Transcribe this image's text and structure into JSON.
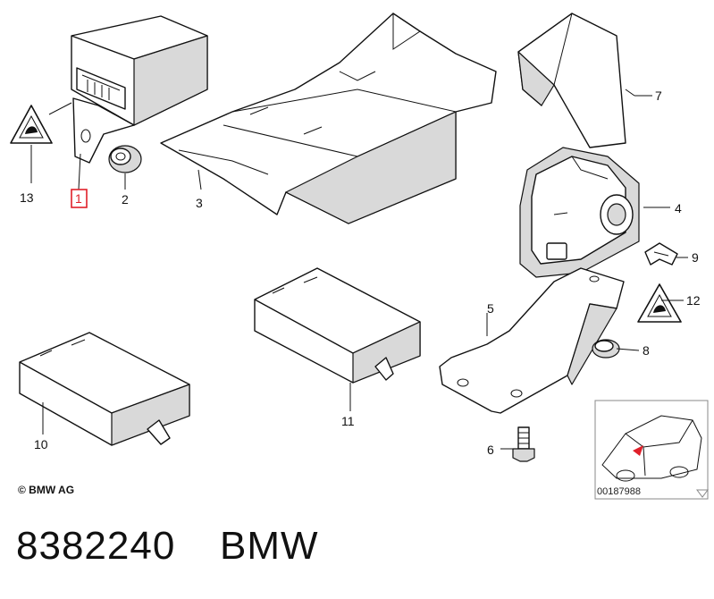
{
  "callouts": {
    "c1": "1",
    "c2": "2",
    "c3": "3",
    "c4": "4",
    "c5": "5",
    "c6": "6",
    "c7": "7",
    "c8": "8",
    "c9": "9",
    "c10": "10",
    "c11": "11",
    "c12": "12",
    "c13": "13"
  },
  "copyright": "© BMW AG",
  "reference_number": "00187988",
  "part_number": "8382240",
  "brand": "BMW",
  "colors": {
    "highlight": "#e0202a",
    "line": "#111111"
  }
}
